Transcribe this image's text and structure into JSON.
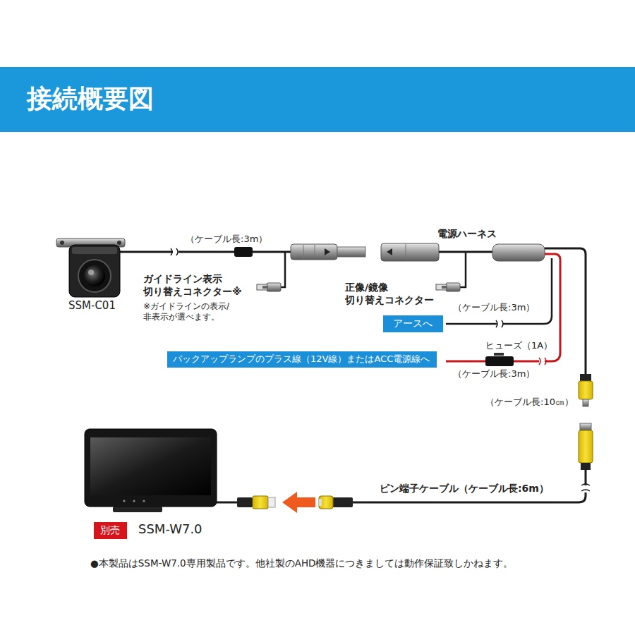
{
  "diagram": {
    "title": "接続概要図",
    "nodes": [
      {
        "text": [
          "アースへ"
        ]
      },
      {
        "text": [
          "バックアップランプのプラス線（12V線）またはACC電源線へ"
        ]
      },
      {
        "text": [
          "別売"
        ]
      }
    ],
    "labels": [
      "（ケーブル長:3m）",
      "ガイドライン表示 切り替えコネクター※",
      "※ガイドラインの表示/ 非表示が選べます。",
      "SSM-C01",
      "正像/鏡像 切り替えコネクター",
      "電源ハーネス",
      "（ケーブル長:3m）",
      "ヒューズ（1A）",
      "（ケーブル長:3m）",
      "（ケーブル長:10㎝）",
      "ピン端子ケーブル（ケーブル長:6m）",
      "SSM-W7.0",
      "●本製品はSSM-W7.0専用製品です。他社製のAHD機器につきましては動作保証致しかねます。"
    ]
  }
}
